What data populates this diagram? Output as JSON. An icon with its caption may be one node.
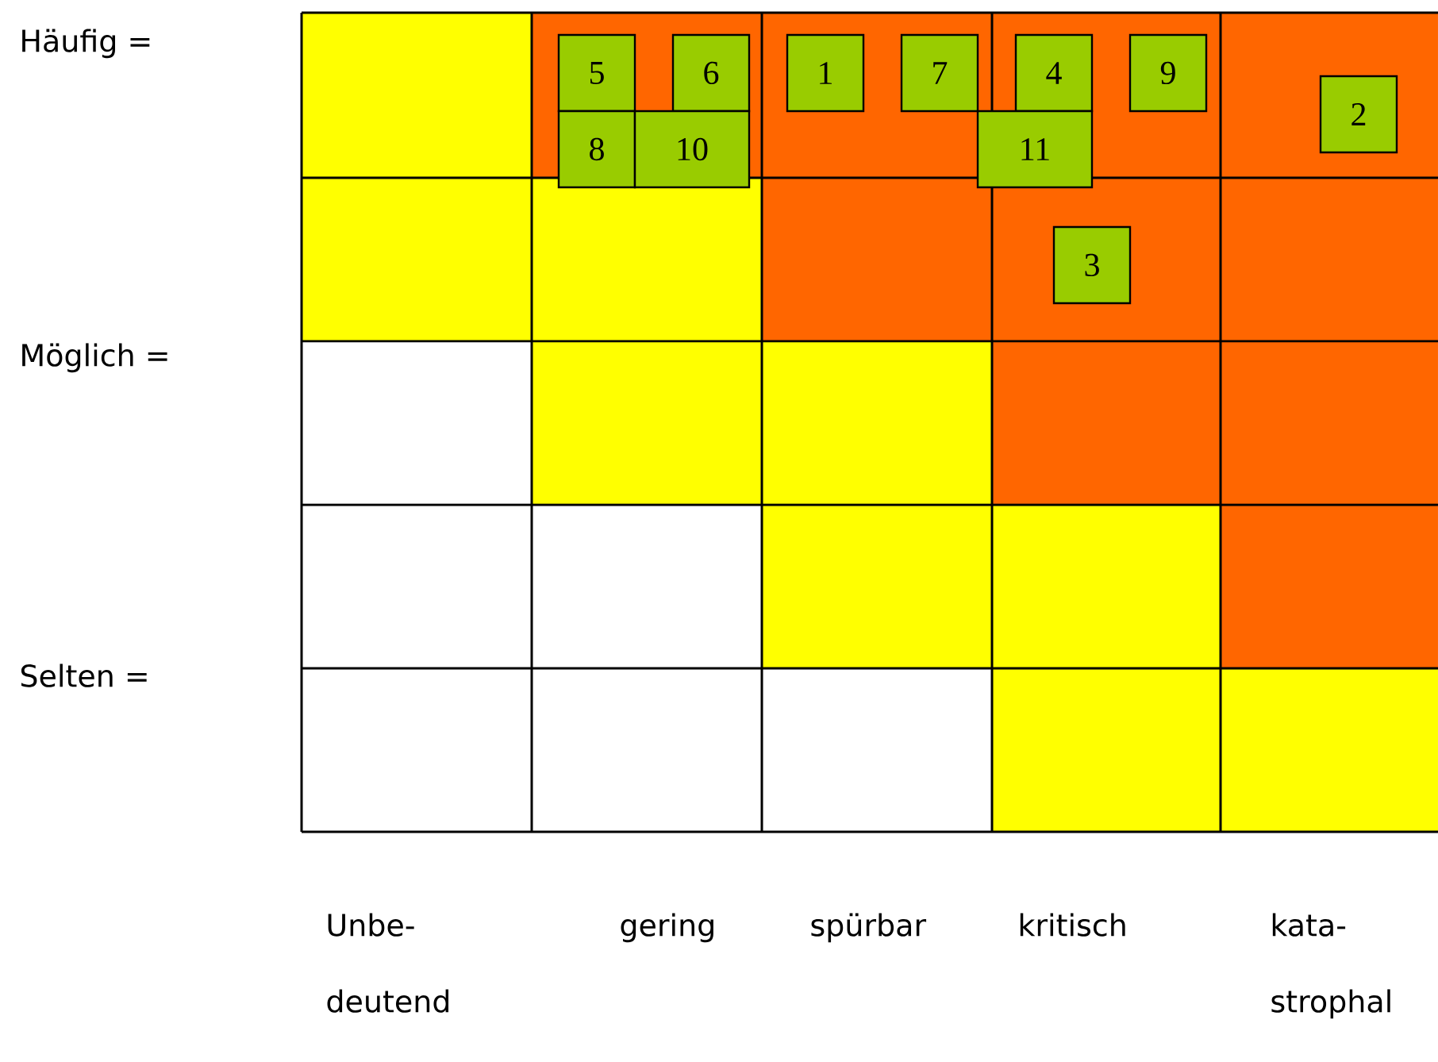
{
  "diagram": {
    "nodes": [
      {
        "text": [
          "5"
        ]
      },
      {
        "text": [
          "6"
        ]
      },
      {
        "text": [
          "1"
        ]
      },
      {
        "text": [
          "7"
        ]
      },
      {
        "text": [
          "4"
        ]
      },
      {
        "text": [
          "9"
        ]
      },
      {
        "text": [
          "2"
        ]
      },
      {
        "text": [
          "8"
        ]
      },
      {
        "text": [
          "10"
        ]
      },
      {
        "text": [
          "11"
        ]
      },
      {
        "text": [
          "3"
        ]
      }
    ],
    "labels": [
      "Häufig =",
      "Möglich =",
      "Selten =",
      "Unbe- deutend",
      "gering",
      "spürbar",
      "kritisch",
      "kata- strophal"
    ]
  }
}
